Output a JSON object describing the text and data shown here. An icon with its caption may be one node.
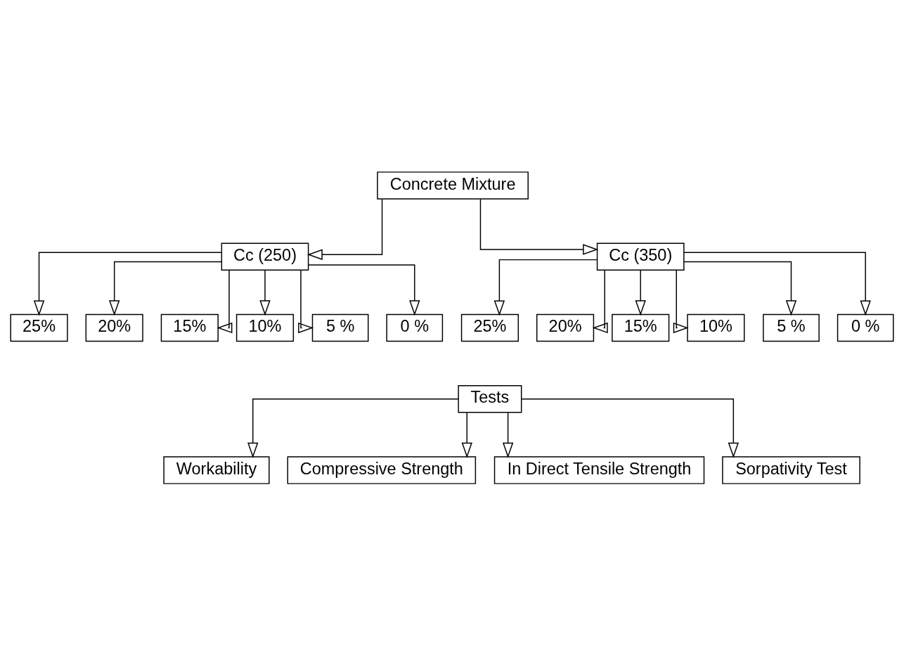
{
  "diagram": {
    "nodes": [
      {
        "text": [
          "Concrete Mixture"
        ]
      },
      {
        "text": [
          "Cc (250)"
        ]
      },
      {
        "text": [
          "Cc (350)"
        ]
      },
      {
        "text": [
          "25%"
        ]
      },
      {
        "text": [
          "20%"
        ]
      },
      {
        "text": [
          "15%"
        ]
      },
      {
        "text": [
          "10%"
        ]
      },
      {
        "text": [
          "5 %"
        ]
      },
      {
        "text": [
          "0 %"
        ]
      },
      {
        "text": [
          "25%"
        ]
      },
      {
        "text": [
          "20%"
        ]
      },
      {
        "text": [
          "15%"
        ]
      },
      {
        "text": [
          "10%"
        ]
      },
      {
        "text": [
          "5 %"
        ]
      },
      {
        "text": [
          "0 %"
        ]
      },
      {
        "text": [
          "Tests"
        ]
      },
      {
        "text": [
          "Workability"
        ]
      },
      {
        "text": [
          "Compressive Strength"
        ]
      },
      {
        "text": [
          "In Direct Tensile Strength"
        ]
      },
      {
        "text": [
          "Sorpativity Test"
        ]
      }
    ],
    "edges": [
      {
        "from": 0,
        "to": 1,
        "arrow": "to"
      },
      {
        "from": 0,
        "to": 2,
        "arrow": "to"
      },
      {
        "from": 1,
        "to": 3,
        "arrow": "to"
      },
      {
        "from": 1,
        "to": 4,
        "arrow": "to"
      },
      {
        "from": 1,
        "to": 5,
        "arrow": "to"
      },
      {
        "from": 1,
        "to": 6,
        "arrow": "to"
      },
      {
        "from": 1,
        "to": 7,
        "arrow": "to"
      },
      {
        "from": 1,
        "to": 8,
        "arrow": "to"
      },
      {
        "from": 2,
        "to": 9,
        "arrow": "to"
      },
      {
        "from": 2,
        "to": 10,
        "arrow": "to"
      },
      {
        "from": 2,
        "to": 11,
        "arrow": "to"
      },
      {
        "from": 2,
        "to": 12,
        "arrow": "to"
      },
      {
        "from": 2,
        "to": 13,
        "arrow": "to"
      },
      {
        "from": 2,
        "to": 14,
        "arrow": "to"
      },
      {
        "from": 15,
        "to": 16,
        "arrow": "to"
      },
      {
        "from": 15,
        "to": 17,
        "arrow": "to"
      },
      {
        "from": 15,
        "to": 18,
        "arrow": "to"
      },
      {
        "from": 15,
        "to": 19,
        "arrow": "to"
      }
    ]
  }
}
